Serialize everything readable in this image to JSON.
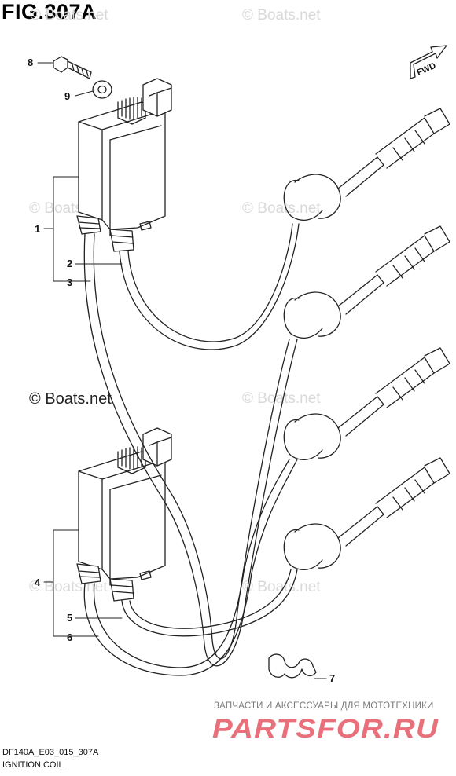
{
  "figure": {
    "title": "FIG.307A",
    "code": "DF140A_E03_015_307A",
    "caption": "IGNITION COIL"
  },
  "direction_badge": {
    "label": "FWD"
  },
  "watermark": {
    "text": "© Boats.net",
    "dark_text": "© Boats.net"
  },
  "callouts": [
    "8",
    "9",
    "1",
    "2",
    "3",
    "4",
    "5",
    "6",
    "7"
  ],
  "footer_brand": {
    "tagline": "ЗАПЧАСТИ И АКСЕССУАРЫ ДЛЯ МОТОТЕХНИКИ",
    "logo": "PARTSFOR.RU",
    "logo_color": "#e8707a"
  }
}
